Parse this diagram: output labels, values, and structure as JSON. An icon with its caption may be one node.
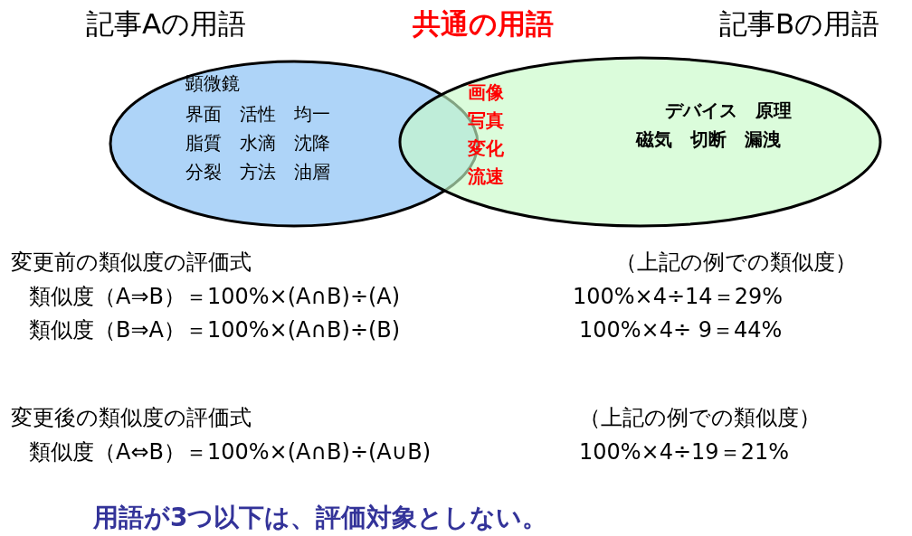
{
  "diagram": {
    "nodes": [
      {
        "text": [
          "記事Aの用語",
          "顕微鏡",
          "界面 活性 均一",
          "脂質 水滴 沈降",
          "分裂 方法 油層"
        ]
      },
      {
        "text": [
          "記事Bの用語",
          "デバイス 原理",
          "磁気 切断 漏洩"
        ]
      }
    ],
    "edges": [],
    "labels": [
      "共通の用語",
      "画像",
      "写真",
      "変化",
      "流速",
      "変更前の類似度の評価式",
      "（上記の例での類似度）",
      "類似度（A⇒B）＝100%×(A∩B)÷(A)",
      "100%×4÷14＝29%",
      "類似度（B⇒A）＝100%×(A∩B)÷(B)",
      "100%×4÷ 9＝44%",
      "変更後の類似度の評価式",
      "（上記の例での類似度）",
      "類似度（A⇔B）＝100%×(A∩B)÷(A∪B)",
      "100%×4÷19＝21%",
      "用語が3つ以下は、評価対象としない。"
    ]
  }
}
